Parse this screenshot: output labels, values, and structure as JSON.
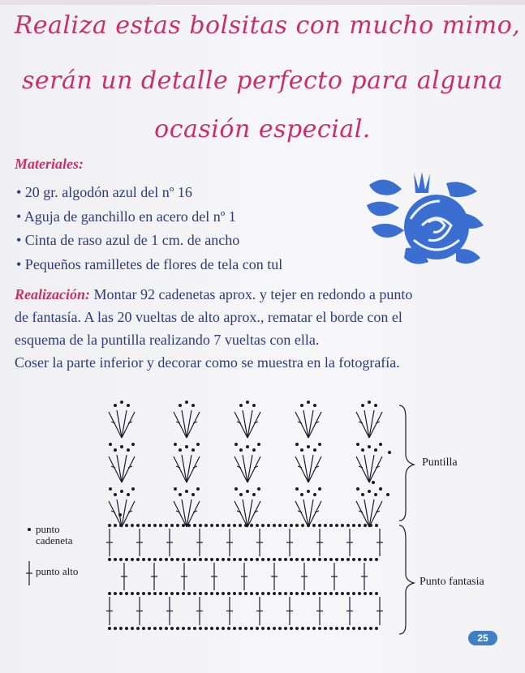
{
  "title": {
    "line1": "Realiza estas bolsitas con mucho mimo,",
    "line2": "serán un detalle perfecto para alguna",
    "line3": "ocasión especial."
  },
  "materials": {
    "heading": "Materiales:",
    "items": [
      "• 20 gr. algodón azul del nº 16",
      "• Aguja de ganchillo en acero del nº 1",
      "• Cinta de raso azul de 1 cm. de ancho",
      "• Pequeños ramilletes de flores de tela con tul"
    ]
  },
  "instructions": {
    "label": "Realización:",
    "line1": " Montar 92 cadenetas aprox. y tejer en redondo a punto",
    "line2": "de fantasía. A las 20 vueltas de alto aprox., rematar el borde con el",
    "line3": "esquema de la puntilla realizando 7 vueltas con ella.",
    "line4": "Coser la parte inferior y decorar como se muestra en la fotografía."
  },
  "chart": {
    "legend": {
      "dot_line1": "punto",
      "dot_line2": "cadeneta",
      "alto": "punto alto"
    },
    "section_puntilla": "Puntilla",
    "section_fantasia": "Punto fantasia"
  },
  "page_number": "25",
  "colors": {
    "title": "#c8306a",
    "text": "#2c3a78",
    "flower": "#3a6fd1",
    "chart_ink": "#1a1a2a",
    "page_badge": "#3f7fc7"
  }
}
